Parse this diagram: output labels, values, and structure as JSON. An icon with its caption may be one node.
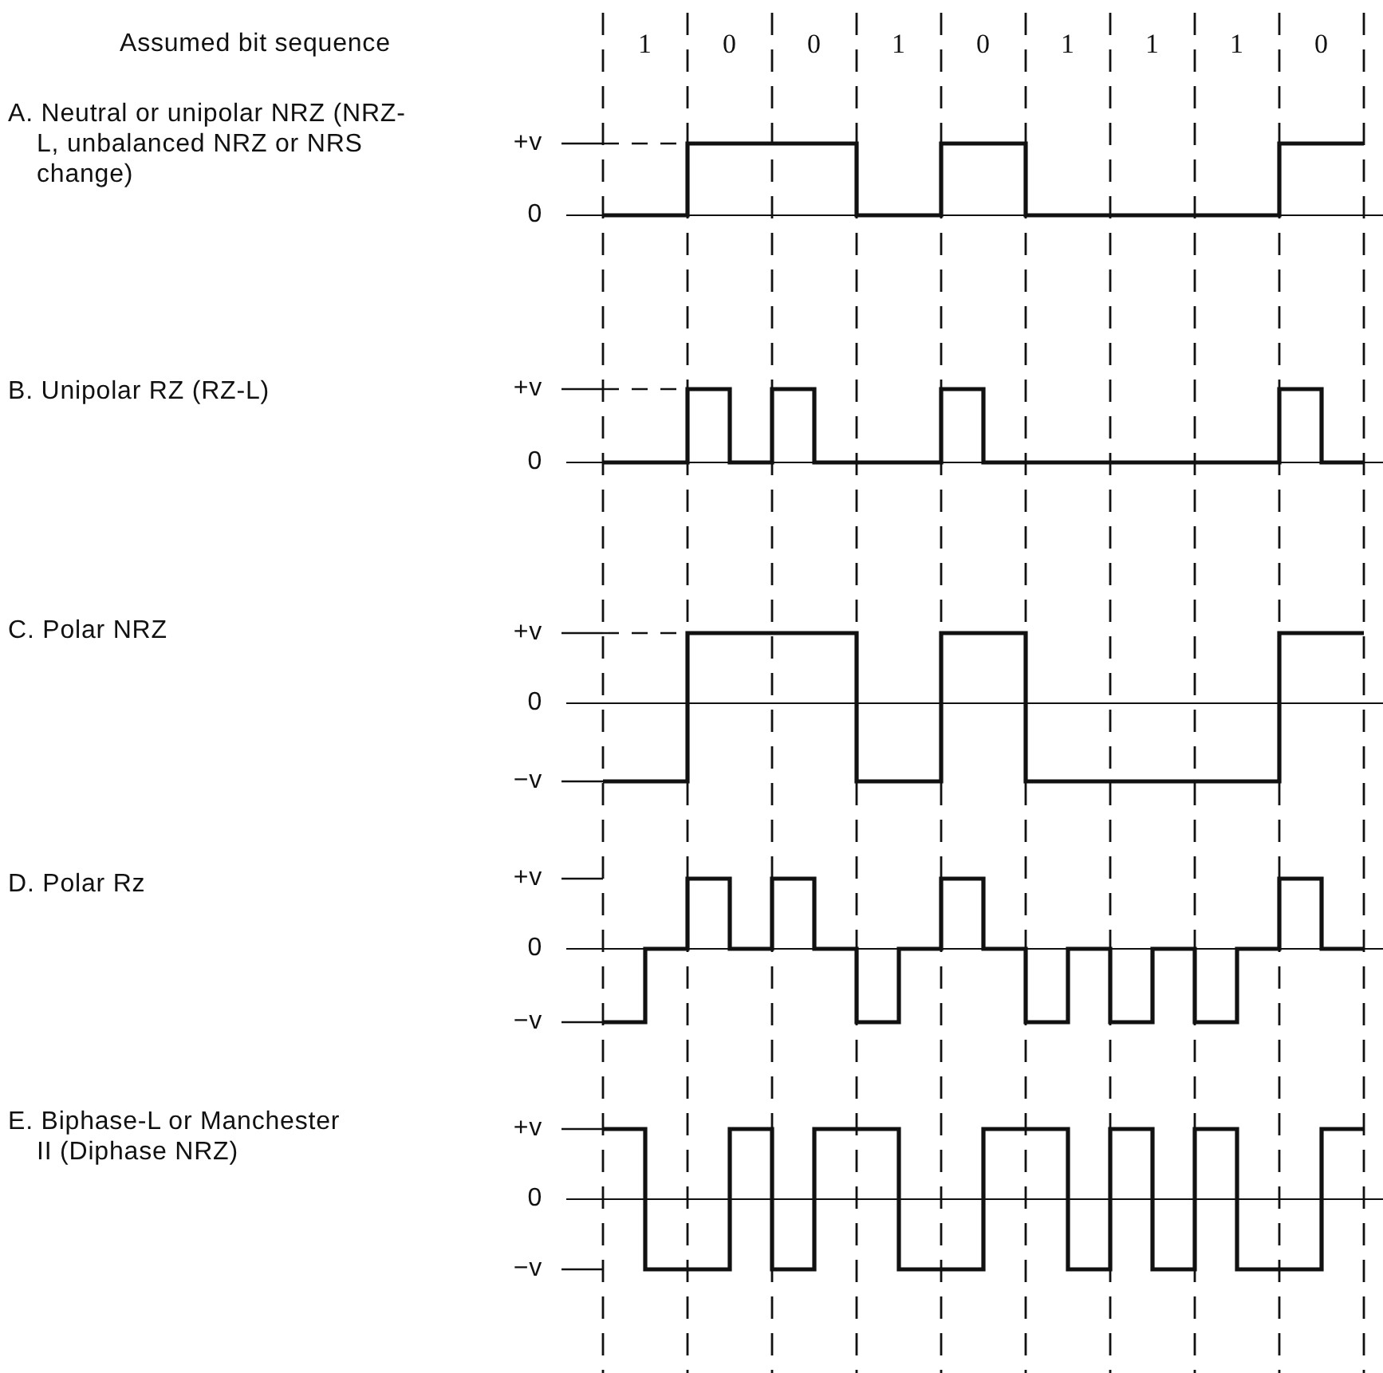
{
  "diagram": {
    "labels": [
      "Assumed bit sequence",
      "1",
      "0",
      "0",
      "1",
      "0",
      "1",
      "1",
      "1",
      "0",
      "A. Neutral or unipolar NRZ (NRZ-L, unbalanced NRZ or NRS change)",
      "+v",
      "0",
      "B. Unipolar RZ (RZ-L)",
      "+v",
      "0",
      "C. Polar NRZ",
      "+v",
      "0",
      "−v",
      "D. Polar Rz",
      "+v",
      "0",
      "−v",
      "E. Biphase-L or Manchester II (Diphase NRZ)",
      "+v",
      "0",
      "−v"
    ]
  }
}
